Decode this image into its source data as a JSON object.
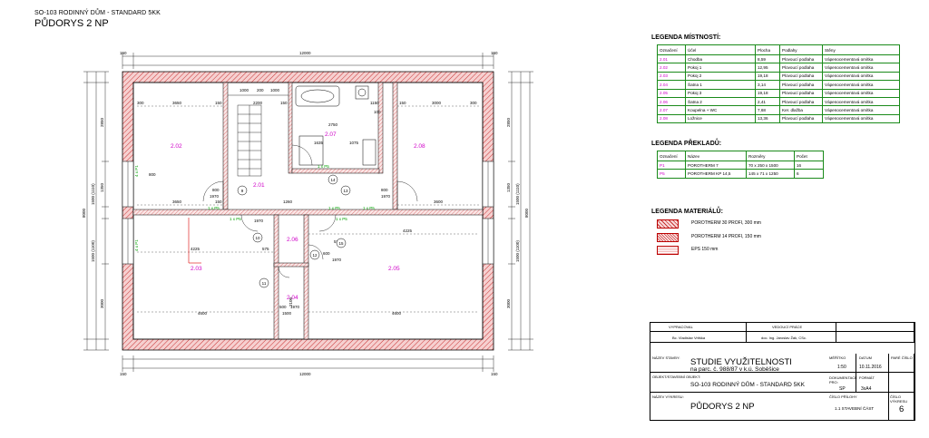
{
  "header": {
    "project_line": "SO-103 RODINNÝ DŮM - STANDARD 5KK",
    "sheet_title": "PŮDORYS 2 NP"
  },
  "plan": {
    "rooms": {
      "r202": "2.02",
      "r201": "2.01",
      "r207": "2.07",
      "r206": "2.06",
      "r203": "2.03",
      "r205": "2.05",
      "r208": "2.08",
      "r204": "2.04"
    },
    "dims": {
      "top_150_l": "150",
      "top_total": "12000",
      "top_150_r": "150",
      "bot_150_l": "150",
      "bot_total": "12000",
      "bot_150_r": "150",
      "left_total": "8000",
      "right_total": "8000",
      "t300a": "300",
      "t3650": "3650",
      "t150a": "150",
      "t1000": "1000",
      "t200": "200",
      "t1000b": "1000",
      "t150b": "150",
      "t1150": "1150",
      "t150c": "150",
      "t3000": "3000",
      "t300b": "300",
      "m2200": "2200",
      "m2750": "2750",
      "m1635": "1635",
      "m1075": "1075",
      "m100": "100",
      "i3650": "3650",
      "i3600": "3600",
      "i1260": "1260",
      "i150": "150",
      "m4225a": "4225",
      "m4225b": "4225",
      "m575a": "575",
      "m575b": "575",
      "b4600a": "4600",
      "b4600b": "4600",
      "b1500": "1500",
      "b2100": "2100",
      "l1500": "1500 (1110)",
      "l1500b": "1500 (1100)",
      "r1500": "1500 (1110)",
      "r1500b": "1500 (1100)",
      "l2850": "2850",
      "l3000": "3000",
      "l1350": "1350",
      "r2850": "2850",
      "r3000": "3000",
      "r1350": "1350",
      "d800a": "800",
      "d1970a": "1970",
      "d800b": "800",
      "d1970b": "1970",
      "d800c": "800",
      "d1970c": "1970",
      "d600": "600",
      "d1970d": "1970",
      "d500": "500",
      "d1970e": "1970"
    },
    "window_tags": {
      "w1": "1 x P5",
      "w2": "1 x P5",
      "w3": "1 x P5",
      "w4": "1 x P5",
      "w5": "1 x P5",
      "w6": "1 x P5",
      "w7": "4 x P1",
      "w8": "4 x P1"
    },
    "markers": {
      "m9": "9",
      "m10": "10",
      "m11": "11",
      "m12": "12",
      "m13": "13",
      "m14": "14",
      "m15": "15"
    }
  },
  "legend_rooms": {
    "title": "LEGENDA MÍSTNOSTÍ:",
    "headers": [
      "Označení",
      "Účel",
      "Plocha",
      "Podlahy",
      "Stěny"
    ],
    "rows": [
      [
        "2.01",
        "Chodba",
        "8,59",
        "Plovoucí podlaha",
        "Vápenocementová omítka"
      ],
      [
        "2.02",
        "Pokoj 1",
        "12,95",
        "Plovoucí podlaha",
        "Vápenocementová omítka"
      ],
      [
        "2.03",
        "Pokoj 2",
        "19,18",
        "Plovoucí podlaha",
        "Vápenocementová omítka"
      ],
      [
        "2.04",
        "Šatna 1",
        "3,14",
        "Plovoucí podlaha",
        "Vápenocementová omítka"
      ],
      [
        "2.05",
        "Pokoj 3",
        "19,18",
        "Plovoucí podlaha",
        "Vápenocementová omítka"
      ],
      [
        "2.06",
        "Šatna 2",
        "2,41",
        "Plovoucí podlaha",
        "Vápenocementová omítka"
      ],
      [
        "2.07",
        "Koupelna + WC",
        "7,68",
        "Ker. dlažba",
        "Vápenocementová omítka"
      ],
      [
        "2.08",
        "Ložnice",
        "13,36",
        "Plovoucí podlaha",
        "Vápenocementová omítka"
      ]
    ]
  },
  "legend_lintels": {
    "title": "LEGENDA PŘEKLADŮ:",
    "headers": [
      "Označení",
      "Název",
      "Rozměry",
      "Počet"
    ],
    "rows": [
      [
        "P1",
        "POROTHERM 7",
        "70 x 250 x 1500",
        "16"
      ],
      [
        "P5",
        "POROTHERM KP 14,5",
        "145 x 71 x 1250",
        "6"
      ]
    ]
  },
  "legend_materials": {
    "title": "LEGENDA MATERIÁLŮ:",
    "items": [
      "POROTHERM 30 PROFI, 300 mm",
      "POROTHERM 14 PROFI, 150 mm",
      "EPS 150 mm"
    ]
  },
  "title_block": {
    "prepared_by_label": "VYPRACOVAL",
    "prepared_by": "Bc. Vladislav Vrtiška",
    "supervisor_label": "VEDOUCÍ PRÁCE",
    "supervisor": "doc. Ing. Jaroslav Žák, CSc.",
    "building_label": "NÁZEV STAVBY:",
    "building": "STUDIE VYUŽITELNOSTI",
    "parcel": "na parc. č. 988/87 v k.ú. Soběšice",
    "scale_label": "MĚŘÍTKO",
    "scale": "1:50",
    "date_label": "DATUM",
    "date": "10.11.2016",
    "part_label": "PARÉ ČÍSLO",
    "object_label": "OBJEKT/STAVEBNÍ OBJEKT:",
    "object": "SO-103 RODINNÝ DŮM - STANDARD 5KK",
    "doc_label": "DOKUMENTACE PRO:",
    "doc": "SP",
    "format_label": "FORMÁT",
    "format": "3xA4",
    "drawing_label": "NÁZEV VÝKRESU:",
    "drawing": "PŮDORYS 2 NP",
    "section_label": "ČÍSLO PŘÍLOHY",
    "section": "1.1 STAVEBNÍ ČÁST",
    "drawing_no_label": "ČÍSLO VÝKRESU",
    "drawing_no": "6"
  },
  "colors": {
    "wall_hatch": "#c83232",
    "room_label": "#d000c8",
    "lintel_tag": "#00a000",
    "legend_border": "#1a8a1a"
  }
}
